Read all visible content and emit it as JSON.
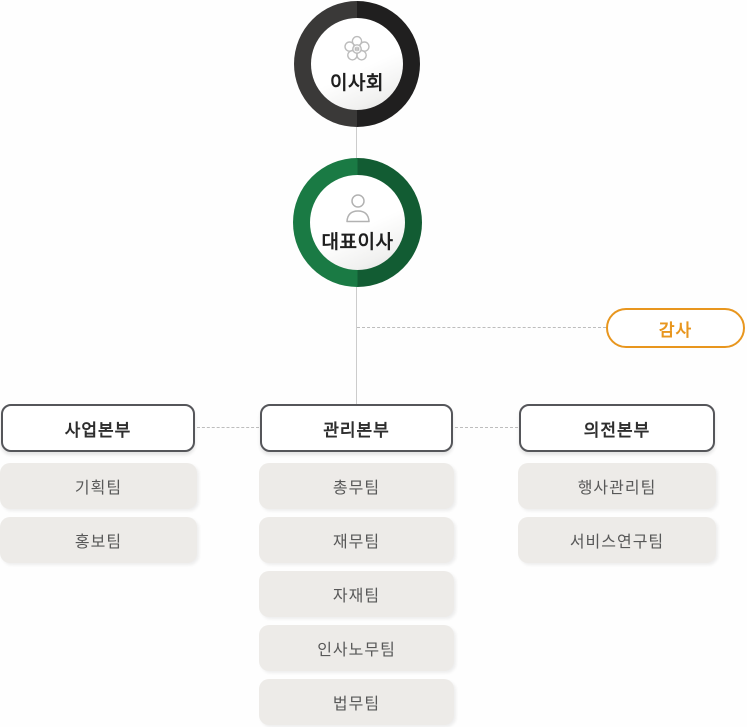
{
  "org_chart": {
    "board": {
      "label": "이사회",
      "icon": "rosette-emblem-icon",
      "ring_color_left": "#3a3938",
      "ring_color_right": "#201f1f"
    },
    "ceo": {
      "label": "대표이사",
      "icon": "person-icon",
      "ring_color_left": "#1a7a44",
      "ring_color_right": "#125c33"
    },
    "auditor": {
      "label": "감사",
      "accent_color": "#e8961e"
    },
    "divisions": [
      {
        "header": "사업본부",
        "teams": [
          "기획팀",
          "홍보팀"
        ]
      },
      {
        "header": "관리본부",
        "teams": [
          "총무팀",
          "재무팀",
          "자재팀",
          "인사노무팀",
          "법무팀"
        ]
      },
      {
        "header": "의전본부",
        "teams": [
          "행사관리팀",
          "서비스연구팀"
        ]
      }
    ],
    "colors": {
      "connector_line": "#cccccc",
      "dashed_line": "#bdbdbd",
      "team_box_bg": "#edebe8",
      "dept_border": "#55565a"
    }
  }
}
